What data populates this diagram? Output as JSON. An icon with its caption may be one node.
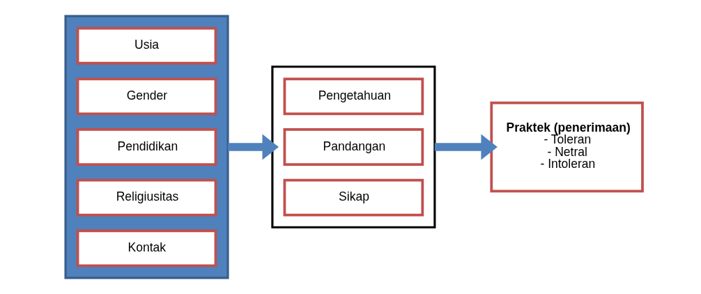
{
  "diagram": {
    "nodes": [
      {
        "text": [],
        "shape": "box"
      },
      {
        "text": [
          "Usia"
        ],
        "in": 0
      },
      {
        "text": [
          "Gender"
        ],
        "in": 0
      },
      {
        "text": [
          "Pendidikan"
        ],
        "in": 0
      },
      {
        "text": [
          "Religiusitas"
        ],
        "in": 0
      },
      {
        "text": [
          "Kontak"
        ],
        "in": 0
      },
      {
        "text": [],
        "shape": "box"
      },
      {
        "text": [
          "Pengetahuan"
        ],
        "in": 6
      },
      {
        "text": [
          "Pandangan"
        ],
        "in": 6
      },
      {
        "text": [
          "Sikap"
        ],
        "in": 6
      },
      {
        "text": [
          "Praktek (penerimaan)",
          "- Toleran",
          "- Netral",
          "- Intoleran"
        ]
      }
    ],
    "edges": [
      {
        "from": 0,
        "to": 6,
        "arrow": "to"
      },
      {
        "from": 6,
        "to": 10,
        "arrow": "to"
      }
    ]
  }
}
